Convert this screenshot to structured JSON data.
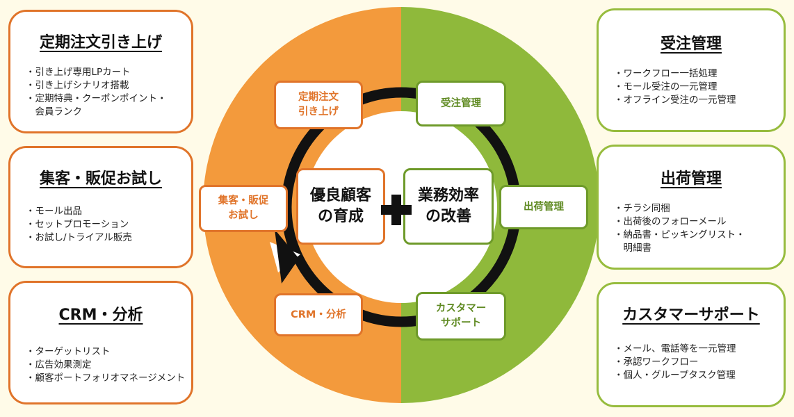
{
  "left_boxes": [
    {
      "title": "定期注文引き上げ",
      "items": [
        "・引き上げ専用LPカート",
        "・引き上げシナリオ搭載",
        "・定期特典・クーポンポイント・",
        "　会員ランク"
      ]
    },
    {
      "title": "集客・販促お試し",
      "items": [
        "・モール出品",
        "・セットプロモーション",
        "・お試し/トライアル販売"
      ]
    },
    {
      "title": "CRM・分析",
      "items": [
        "・ターゲットリスト",
        "・広告効果測定",
        "・顧客ポートフォリオマネージメント"
      ]
    }
  ],
  "right_boxes": [
    {
      "title": "受注管理",
      "items": [
        "・ワークフロー一括処理",
        "・モール受注の一元管理",
        "・オフライン受注の一元管理"
      ]
    },
    {
      "title": "出荷管理",
      "items": [
        "・チラシ同梱",
        "・出荷後のフォローメール",
        "・納品書・ピッキングリスト・",
        "　明細書"
      ]
    },
    {
      "title": "カスタマーサポート",
      "items": [
        "・メール、電話等を一元管理",
        "・承認ワークフロー",
        "・個人・グループタスク管理"
      ]
    }
  ],
  "cycle_nodes": {
    "top_left": "定期注文\n引き上げ",
    "mid_left": "集客・販促\nお試し",
    "bottom_left": "CRM・分析",
    "top_right": "受注管理",
    "mid_right": "出荷管理",
    "bottom_right": "カスタマー\nサポート"
  },
  "center": {
    "left": "優良顧客\nの育成",
    "right": "業務効率\nの改善",
    "plus_icon": "plus-icon"
  },
  "colors": {
    "orange": "#f39a3c",
    "orange_border": "#e0742a",
    "green": "#8fb93b",
    "green_border": "#6e9a2a",
    "ring": "#111111"
  }
}
